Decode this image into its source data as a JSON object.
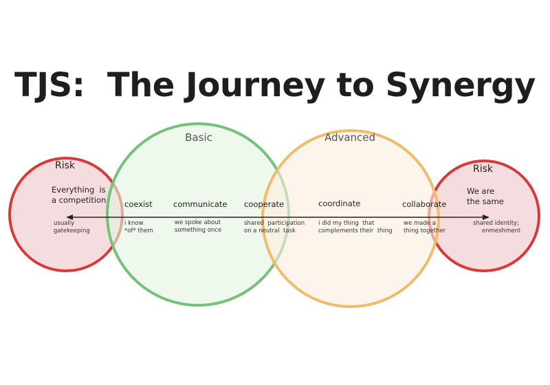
{
  "title": "TJS:  The Journey to Synergy",
  "circles": {
    "risk_left": {
      "label": "Risk",
      "description": [
        "Everything  is",
        "a competition"
      ],
      "note": [
        "usually",
        "gatekeeping"
      ]
    },
    "basic": {
      "label": "Basic"
    },
    "advanced": {
      "label": "Advanced"
    },
    "risk_right": {
      "label": "Risk",
      "description": [
        "We are",
        "the same"
      ],
      "note": [
        "shared identity;",
        "enmeshment"
      ]
    }
  },
  "stages": [
    {
      "name": "coexist",
      "note": [
        "i know",
        "*of* them"
      ]
    },
    {
      "name": "communicate",
      "note": [
        "we spoke about",
        "something once"
      ]
    },
    {
      "name": "cooperate",
      "note": [
        "shared  participation",
        "on a neutral  task"
      ]
    },
    {
      "name": "coordinate",
      "note": [
        "i did my thing  that",
        "complements their  thing"
      ]
    },
    {
      "name": "collaborate",
      "note": [
        "we made a",
        "thing together"
      ]
    }
  ],
  "colors": {
    "risk_stroke": "#d63a3a",
    "risk_fill": "#f3d6d8",
    "basic_stroke": "#74c17a",
    "basic_fill": "#e4f3e1",
    "advanced_stroke": "#f0bb6a",
    "advanced_fill": "#fbeedf",
    "arrow": "#222222",
    "title": "#1e1e1e"
  }
}
